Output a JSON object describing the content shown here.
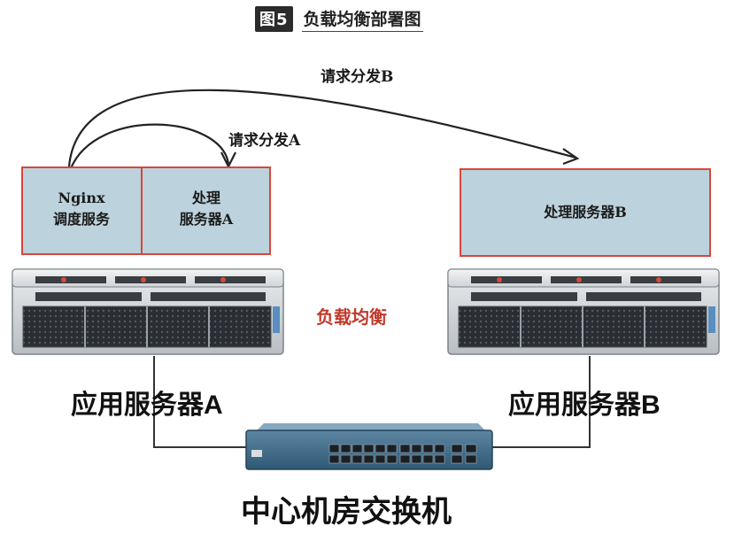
{
  "title": {
    "figure_tag": "图5",
    "text": "负载均衡部署图"
  },
  "arrows": {
    "request_a": "请求分发A",
    "request_b": "请求分发B"
  },
  "panels": {
    "nginx": [
      "Nginx",
      "调度服务"
    ],
    "server_a": [
      "处理",
      "服务器A"
    ],
    "server_b": "处理服务器B"
  },
  "center_label": "负载均衡",
  "servers": {
    "a_label": "应用服务器A",
    "b_label": "应用服务器B"
  },
  "switch_label": "中心机房交换机",
  "colors": {
    "panel_fill": "#bcd2dc",
    "panel_border": "#d9463a",
    "center_label": "#c0392b",
    "switch_body": "#3f6d8c"
  }
}
